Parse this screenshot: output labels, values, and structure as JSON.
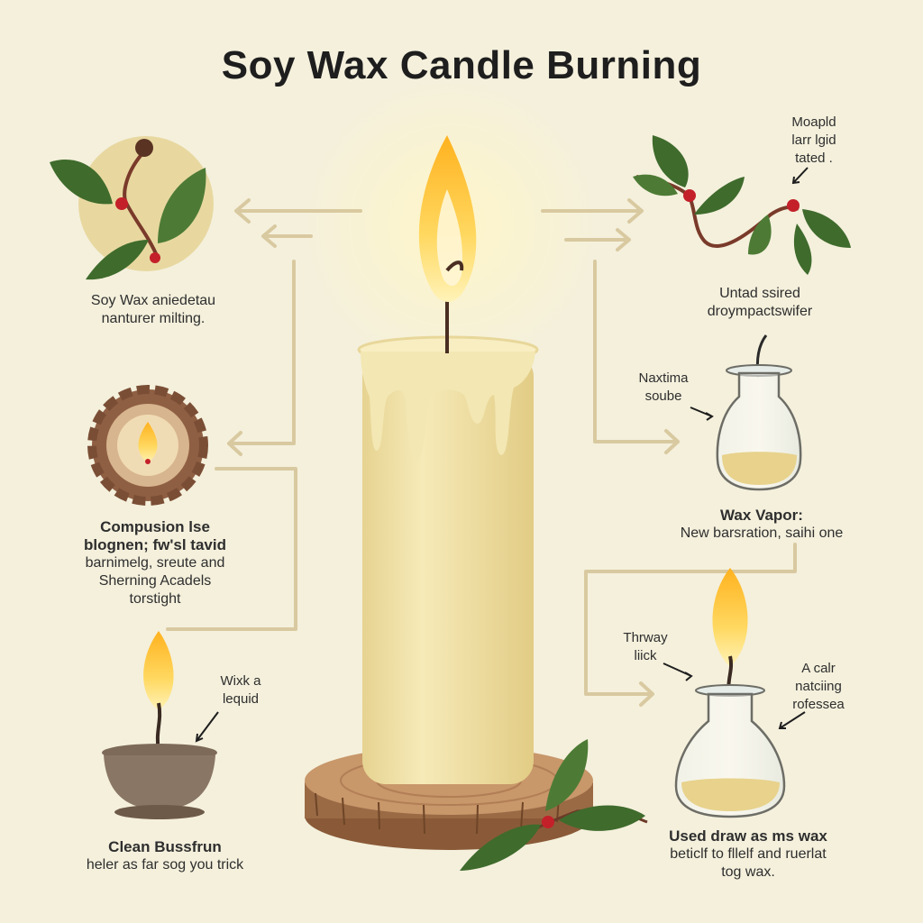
{
  "title": "Soy Wax Candle Burning",
  "labels": {
    "soy_wax": [
      "Soy Wax aniedetau",
      "nanturer milting."
    ],
    "combustion": [
      "Compusion lse",
      "blognen; fw'sl tavid",
      "barnimelg, sreute and",
      "Sherning Acadels",
      "torstight"
    ],
    "clean_burn": [
      "Clean Bussfrun",
      "heler as far sog you trick"
    ],
    "wick_liquid": [
      "Wixk a",
      "lequid"
    ],
    "moapld": [
      "Moapld",
      "larr lgid",
      "tated ."
    ],
    "untad": [
      "Untad ssired",
      "droympactswifer"
    ],
    "naxtima": [
      "Naxtima",
      "soube"
    ],
    "wax_vapor": [
      "Wax Vapor:",
      "New barsration, saihi one"
    ],
    "thrway": [
      "Thrway",
      "liick"
    ],
    "a_calr": [
      "A calr",
      "natciing",
      "rofessea"
    ],
    "used_draw": [
      "Used draw as ms wax",
      "beticlf to fllelf and ruerlat",
      "tog wax."
    ]
  },
  "colors": {
    "background": "#f4f0dc",
    "candle": "#f1e2a6",
    "flame": "#ffc93c",
    "leaf": "#3f6b2c",
    "berry": "#c4202a",
    "arrow": "#d9c9a0",
    "wood": "#9a6a45"
  },
  "icons": [
    "leaf-branch-icon",
    "wax-seal-flame-icon",
    "oil-lamp-icon",
    "berry-vine-icon",
    "glass-flask-icon",
    "glass-flask-flame-icon",
    "candle-icon"
  ]
}
